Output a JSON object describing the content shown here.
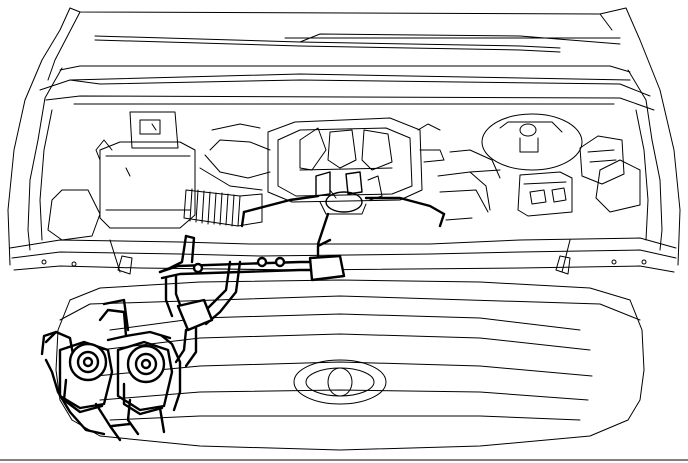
{
  "diagram": {
    "kind": "line-art",
    "colors": {
      "stroke": "#000000",
      "background": "#ffffff"
    },
    "components": [
      "hood",
      "windshield",
      "cowl",
      "engine-cover",
      "air-intake-hose",
      "air-cleaner-box",
      "battery",
      "brake-master-cylinder",
      "radiator-support",
      "front-grille",
      "air-injection-pump-left",
      "air-injection-pump-right",
      "air-injection-hose",
      "air-switching-valve"
    ]
  }
}
